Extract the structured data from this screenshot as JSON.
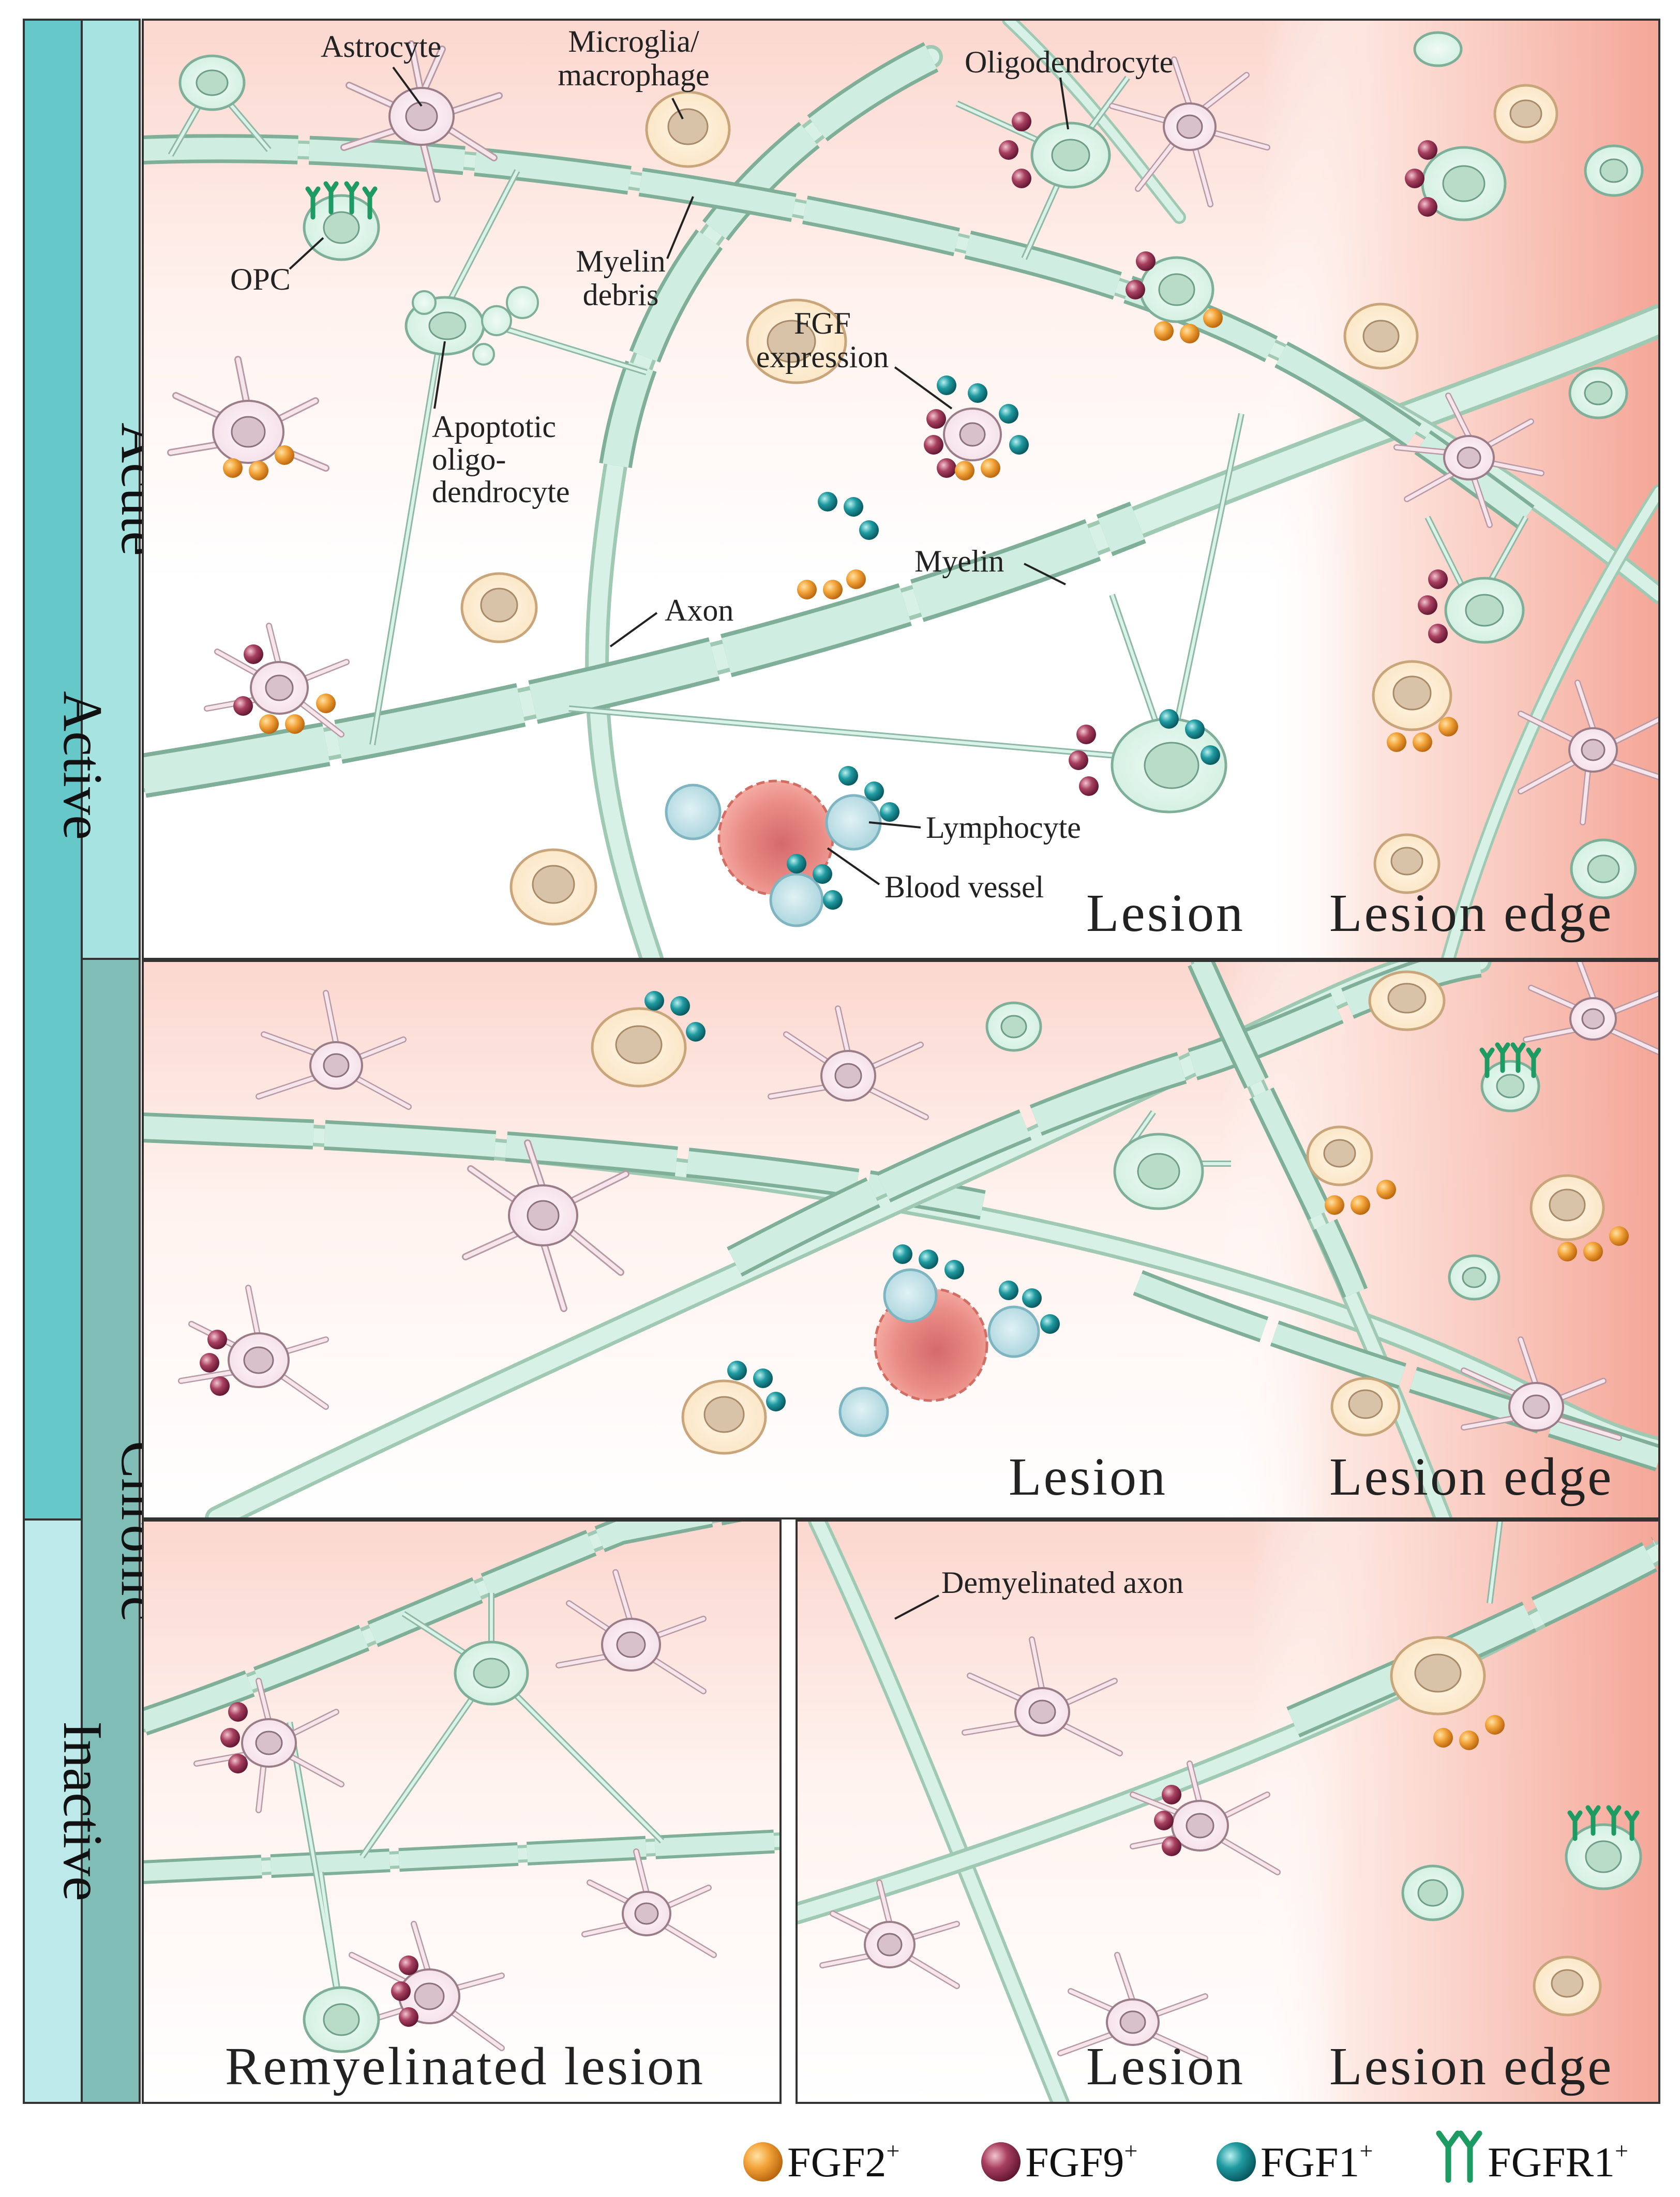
{
  "side_labels": {
    "active": "Active",
    "acute": "Acute",
    "chronic": "Chronic",
    "inactive": "Inactive"
  },
  "panels": {
    "acute": {
      "lesion": "Lesion",
      "lesion_edge": "Lesion edge",
      "callouts": {
        "astrocyte": "Astrocyte",
        "microglia_1": "Microglia/",
        "microglia_2": "macrophage",
        "oligodendrocyte": "Oligodendrocyte",
        "opc": "OPC",
        "myelin_debris_1": "Myelin",
        "myelin_debris_2": "debris",
        "fgf_expression_1": "FGF",
        "fgf_expression_2": "expression",
        "apoptotic_1": "Apoptotic",
        "apoptotic_2": "oligo-",
        "apoptotic_3": "dendrocyte",
        "myelin": "Myelin",
        "axon": "Axon",
        "lymphocyte": "Lymphocyte",
        "blood_vessel": "Blood vessel"
      }
    },
    "chronic": {
      "lesion": "Lesion",
      "lesion_edge": "Lesion edge"
    },
    "inactive": {
      "remyelinated": "Remyelinated lesion",
      "lesion": "Lesion",
      "lesion_edge": "Lesion edge",
      "demyelinated_axon": "Demyelinated axon"
    }
  },
  "legend": {
    "fgf2": "FGF2",
    "fgf9": "FGF9",
    "fgf1": "FGF1",
    "fgfr1": "FGFR1",
    "sup": "+"
  },
  "colors": {
    "fgf2": "#e8901c",
    "fgf9": "#8e2a4a",
    "fgf1": "#137f86",
    "fgfr1": "#1e9a63",
    "active_bar": "#66c8c8",
    "acute_bar": "#a6e3e1",
    "chronic_bar": "#81bdb7",
    "inactive_bar": "#bde9ea",
    "lesion_edge": "#f6b4a8"
  }
}
